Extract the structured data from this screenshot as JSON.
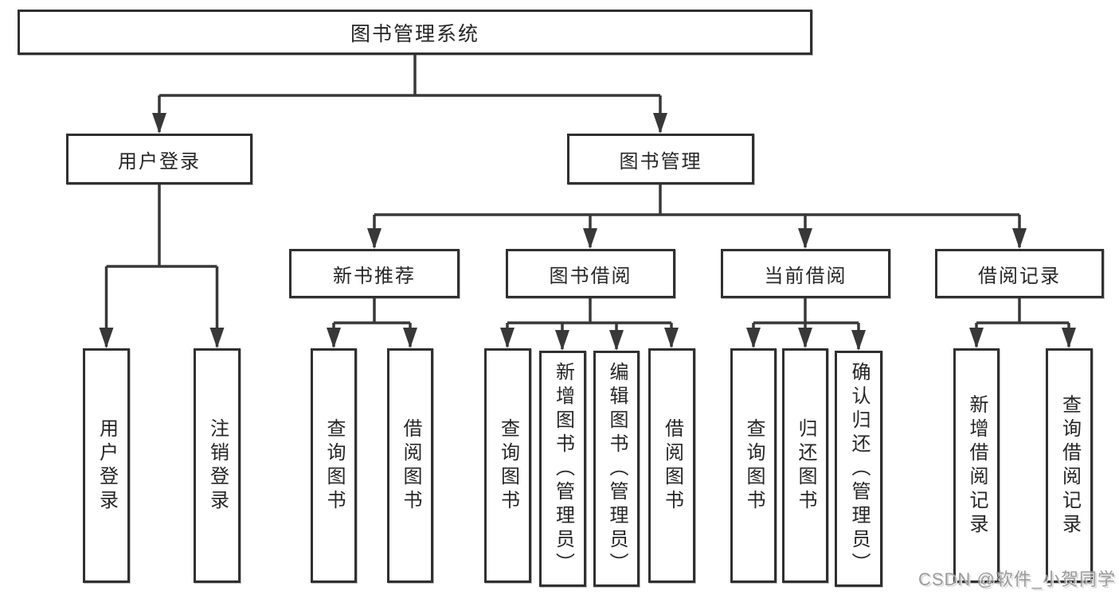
{
  "tree": {
    "root": {
      "label": "图书管理系统",
      "children": [
        {
          "label": "用户登录",
          "children": [
            {
              "label": "用户登录"
            },
            {
              "label": "注销登录"
            }
          ]
        },
        {
          "label": "图书管理",
          "children": [
            {
              "label": "新书推荐",
              "children": [
                {
                  "label": "查询图书"
                },
                {
                  "label": "借阅图书"
                }
              ]
            },
            {
              "label": "图书借阅",
              "children": [
                {
                  "label": "查询图书"
                },
                {
                  "label": "新增图书（管理员）"
                },
                {
                  "label": "编辑图书（管理员）"
                },
                {
                  "label": "借阅图书"
                }
              ]
            },
            {
              "label": "当前借阅",
              "children": [
                {
                  "label": "查询图书"
                },
                {
                  "label": "归还图书"
                },
                {
                  "label": "确认归还（管理员）"
                }
              ]
            },
            {
              "label": "借阅记录",
              "children": [
                {
                  "label": "新增借阅记录"
                },
                {
                  "label": "查询借阅记录"
                }
              ]
            }
          ]
        }
      ]
    }
  },
  "watermark": {
    "text": "CSDN @软件_小贺同学"
  },
  "colors": {
    "line": "#383838",
    "box_border": "#303030",
    "text": "#262626",
    "watermark": "#9b9b9b",
    "background": "#ffffff"
  }
}
